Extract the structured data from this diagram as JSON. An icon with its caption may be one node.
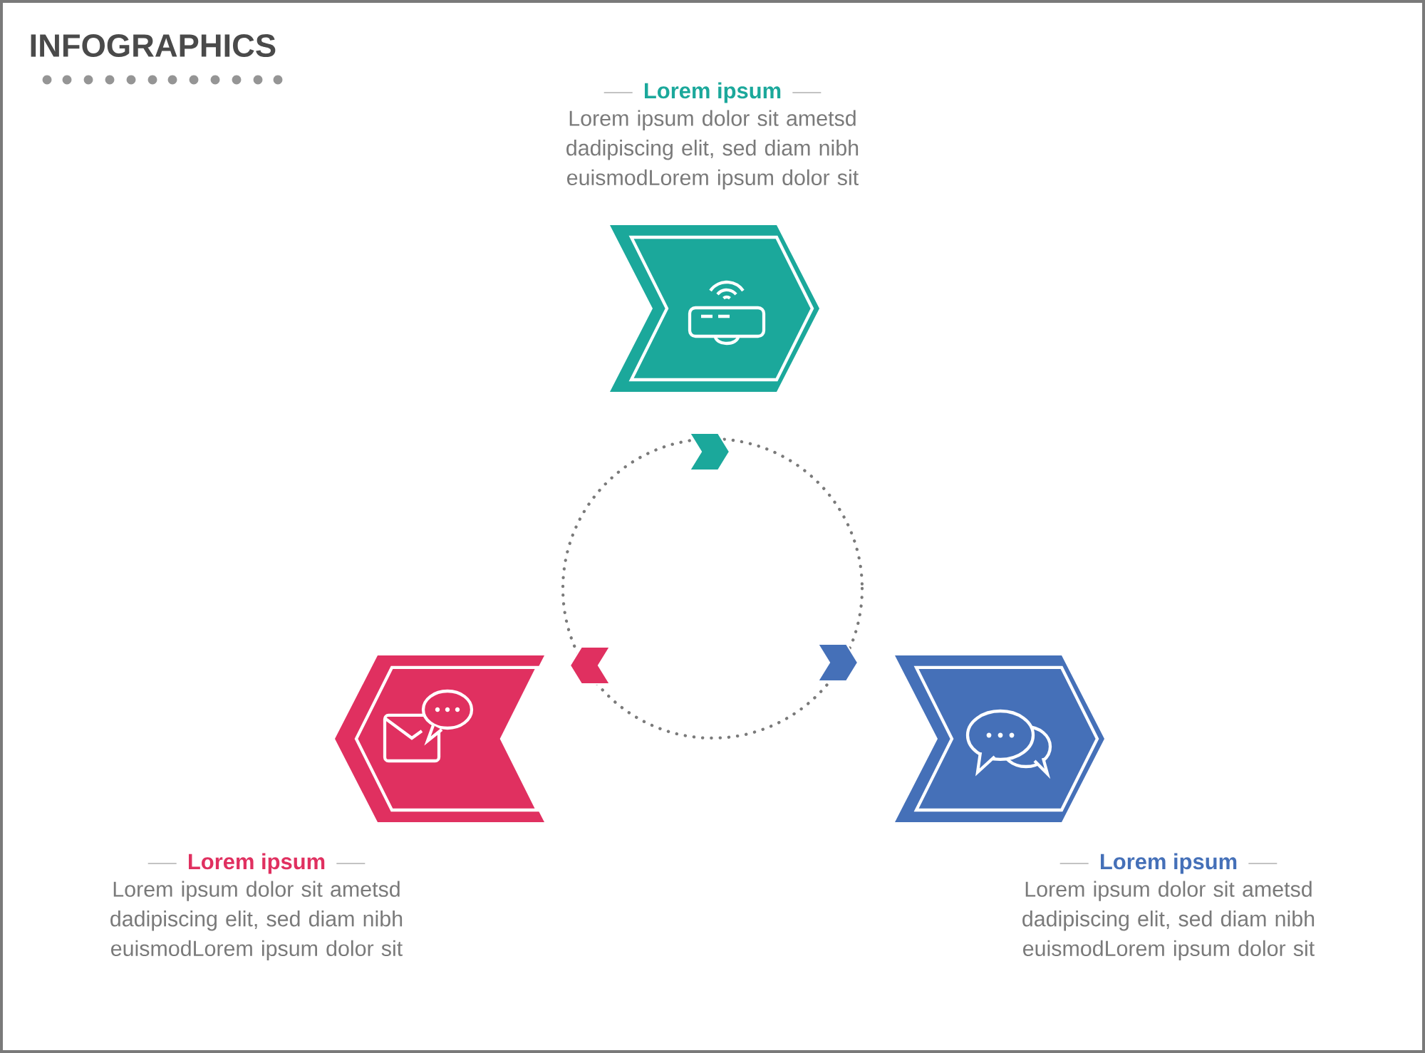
{
  "diagram": {
    "title": "INFOGRAPHICS",
    "nodes": [
      {
        "text": [
          "Lorem ipsum",
          "Lorem ipsum dolor sit ametsd dadipiscing elit, sed diam nibh euismodLorem ipsum dolor sit"
        ]
      },
      {
        "text": [
          "Lorem ipsum",
          "Lorem ipsum dolor sit ametsd dadipiscing elit, sed diam nibh euismodLorem ipsum dolor sit"
        ]
      },
      {
        "text": [
          "Lorem ipsum",
          "Lorem ipsum dolor sit ametsd dadipiscing elit, sed diam nibh euismodLorem ipsum dolor sit"
        ]
      }
    ],
    "edges": []
  }
}
